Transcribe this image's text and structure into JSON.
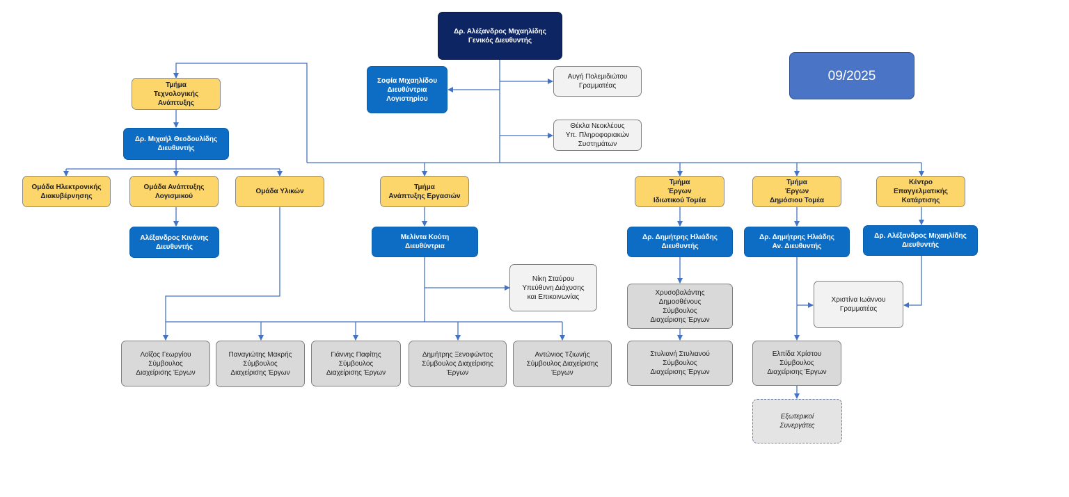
{
  "date_box": "09/2025",
  "ceo": {
    "line1": "Δρ. Αλέξανδρος Μιχαηλίδης",
    "line2": "Γενικός Διευθυντής"
  },
  "accounting": {
    "line1": "Σοφία Μιχαηλίδου",
    "line2": "Διευθύντρια",
    "line3": "Λογιστηρίου"
  },
  "secretary_top": {
    "line1": "Αυγή Πολεμιδιώτου",
    "line2": "Γραμματέας"
  },
  "it_systems": {
    "line1": "Θέκλα Νεοκλέους",
    "line2": "Υπ. Πληροφοριακών",
    "line3": "Συστημάτων"
  },
  "tech_dept": {
    "line1": "Τμήμα",
    "line2": "Τεχνολογικής",
    "line3": "Ανάπτυξης"
  },
  "tech_director": {
    "line1": "Δρ. Μιχαήλ Θεοδουλίδης",
    "line2": "Διευθυντής"
  },
  "egov_team": {
    "line1": "Ομάδα Ηλεκτρονικής",
    "line2": "Διακυβέρνησης"
  },
  "software_team": {
    "line1": "Ομάδα Ανάπτυξης",
    "line2": "Λογισμικού"
  },
  "materials_team": {
    "line1": "Ομάδα Υλικών"
  },
  "software_director": {
    "line1": "Αλέξανδρος Κινάνης",
    "line2": "Διευθυντής"
  },
  "bizdev_dept": {
    "line1": "Τμήμα",
    "line2": "Ανάπτυξης Εργασιών"
  },
  "bizdev_director": {
    "line1": "Μελίντα Κούτη",
    "line2": "Διευθύντρια"
  },
  "comms": {
    "line1": "Νίκη Σταύρου",
    "line2": "Υπεύθυνη Διάχυσης",
    "line3": "και Επικοινωνίας"
  },
  "consultants": [
    {
      "line1": "Λοΐζος Γεωργίου",
      "line2": "Σύμβουλος",
      "line3": "Διαχείρισης Έργων"
    },
    {
      "line1": "Παναγιώτης Μακρής",
      "line2": "Σύμβουλος",
      "line3": "Διαχείρισης Έργων"
    },
    {
      "line1": "Γιάννης Παφίτης",
      "line2": "Σύμβουλος",
      "line3": "Διαχείρισης Έργων"
    },
    {
      "line1": "Δημήτρης Ξενοφώντος",
      "line2": "Σύμβουλος Διαχείρισης",
      "line3": "Έργων"
    },
    {
      "line1": "Αντώνιος Τζιωνής",
      "line2": "Σύμβουλος Διαχείρισης",
      "line3": "Έργων"
    }
  ],
  "private_dept": {
    "line1": "Τμήμα",
    "line2": "Έργων",
    "line3": "Ιδιωτικού Τομέα"
  },
  "private_director": {
    "line1": "Δρ. Δημήτρης Ηλιάδης",
    "line2": "Διευθυντής"
  },
  "private_consultant1": {
    "line1": "Χρυσοβαλάντης",
    "line2": "Δημοσθένους",
    "line3": "Σύμβουλος",
    "line4": "Διαχείρισης Έργων"
  },
  "private_consultant2": {
    "line1": "Στυλιανή Στυλιανού",
    "line2": "Σύμβουλος",
    "line3": "Διαχείρισης Έργων"
  },
  "public_dept": {
    "line1": "Τμήμα",
    "line2": "Έργων",
    "line3": "Δημόσιου Τομέα"
  },
  "public_director": {
    "line1": "Δρ. Δημήτρης Ηλιάδης",
    "line2": "Αν. Διευθυντής"
  },
  "public_consultant": {
    "line1": "Ελπίδα Χρίστου",
    "line2": "Σύμβουλος",
    "line3": "Διαχείρισης Έργων"
  },
  "external": {
    "line1": "Εξωτερικοί",
    "line2": "Συνεργάτες"
  },
  "training_center": {
    "line1": "Κέντρο",
    "line2": "Επαγγελματικής",
    "line3": "Κατάρτισης"
  },
  "training_director": {
    "line1": "Δρ. Αλέξανδρος Μιχαηλίδης",
    "line2": "Διευθυντής"
  },
  "secretary_right": {
    "line1": "Χριστίνα Ιωάννου",
    "line2": "Γραμματέας"
  },
  "colors": {
    "navy": "#0d2562",
    "blue": "#0d6dc4",
    "yellow": "#fdd66b",
    "gray": "#d9d9d9",
    "connector": "#4472c4",
    "date": "#4a74c6"
  }
}
